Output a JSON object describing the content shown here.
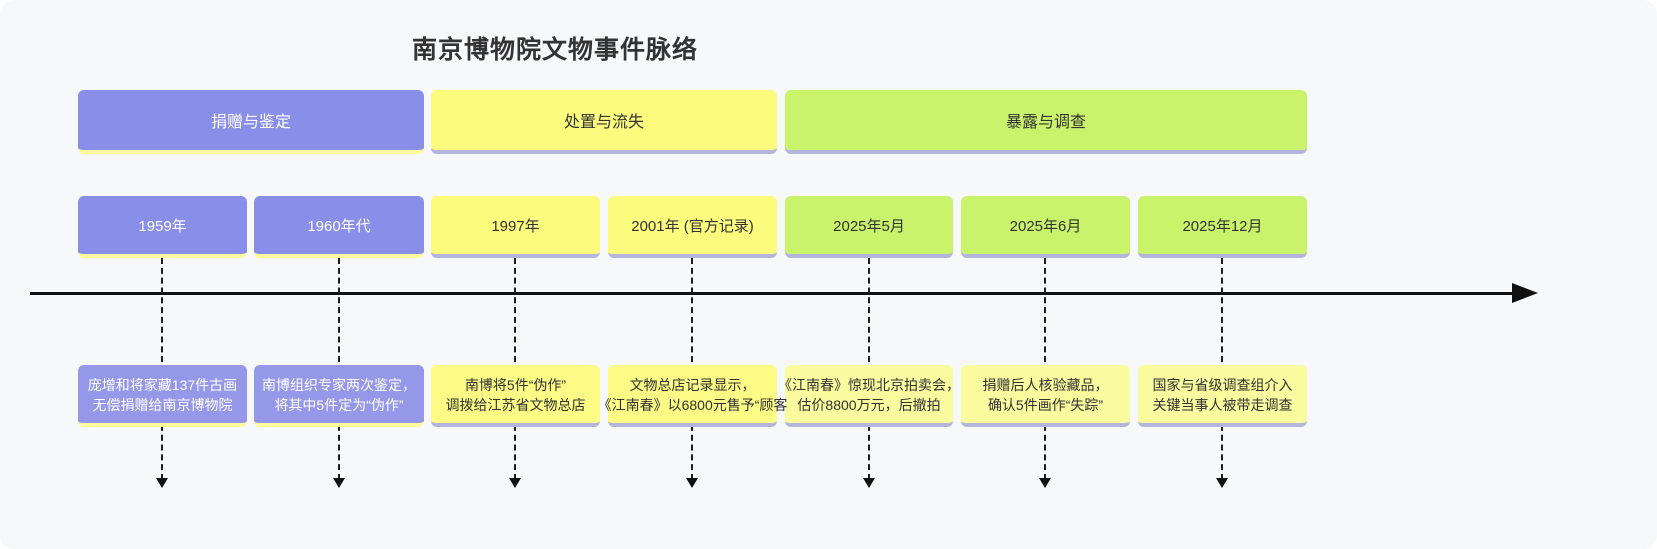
{
  "title": "南京博物院文物事件脉络",
  "colors": {
    "background": "#f7f8fa",
    "purple": "#898ee8",
    "purple_event": "#9598e8",
    "yellow": "#fbfb7d",
    "yellow_event": "#fbfb85",
    "yellow_event_light": "#fafa9f",
    "green": "#c9f36a",
    "shadow_yellow": "#fcfc9e",
    "shadow_lavender": "#b4b4dd",
    "axis": "#111111",
    "title_text": "#333333",
    "light_text": "#ffffff",
    "dark_text": "#333333"
  },
  "sections": [
    {
      "label": "捐赠与鉴定",
      "theme": "purple"
    },
    {
      "label": "处置与流失",
      "theme": "yellow"
    },
    {
      "label": "暴露与调查",
      "theme": "green"
    }
  ],
  "periods": [
    {
      "label": "1959年",
      "theme": "purple"
    },
    {
      "label": "1960年代",
      "theme": "purple"
    },
    {
      "label": "1997年",
      "theme": "yellow"
    },
    {
      "label": "2001年 (官方记录)",
      "theme": "yellow"
    },
    {
      "label": "2025年5月",
      "theme": "green"
    },
    {
      "label": "2025年6月",
      "theme": "green"
    },
    {
      "label": "2025年12月",
      "theme": "green"
    }
  ],
  "events": [
    {
      "lines": [
        "庞增和将家藏137件古画",
        "无偿捐赠给南京博物院"
      ]
    },
    {
      "lines": [
        "南博组织专家两次鉴定，",
        "将其中5件定为“伪作”"
      ]
    },
    {
      "lines": [
        "南博将5件“伪作”",
        "调拨给江苏省文物总店"
      ]
    },
    {
      "lines": [
        "文物总店记录显示，",
        "《江南春》以6800元售予“顾客"
      ]
    },
    {
      "lines": [
        "《江南春》惊现北京拍卖会，",
        "估价8800万元，后撤拍"
      ]
    },
    {
      "lines": [
        "捐赠后人核验藏品，",
        "确认5件画作“失踪”"
      ]
    },
    {
      "lines": [
        "国家与省级调查组介入",
        "关键当事人被带走调查"
      ]
    }
  ]
}
